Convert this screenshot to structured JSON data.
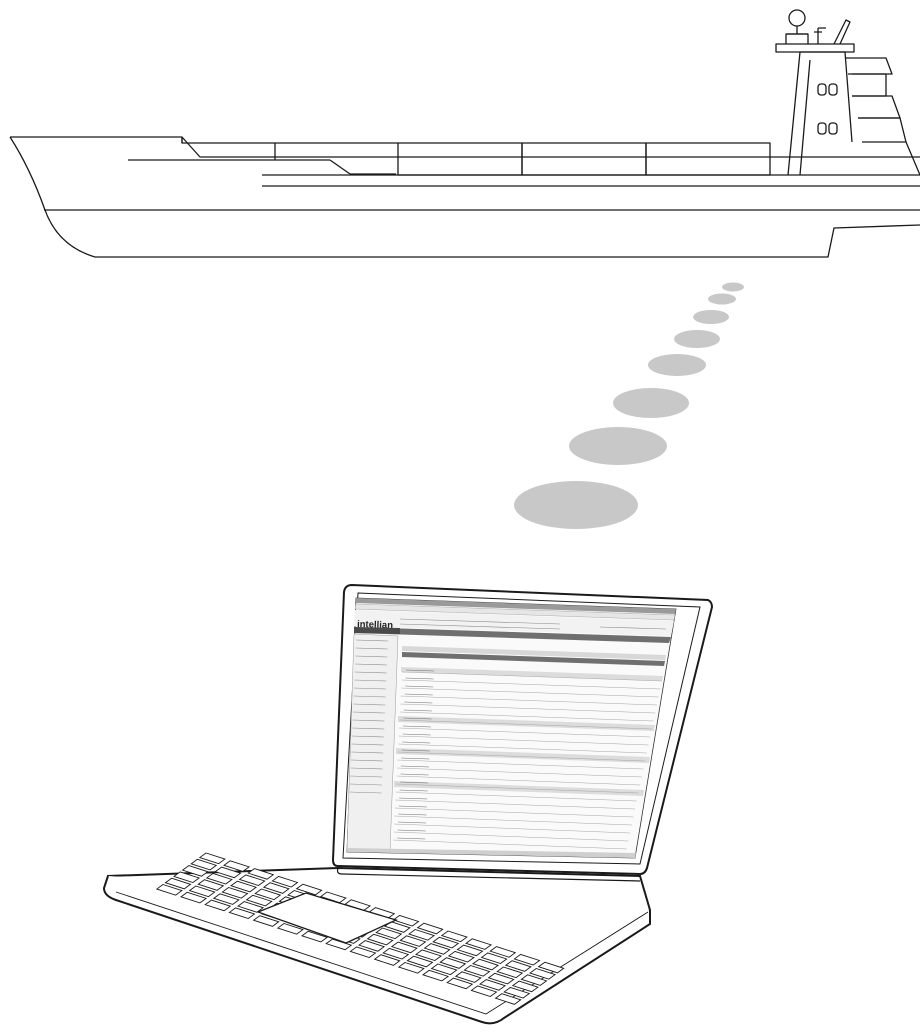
{
  "illustration": {
    "ship": {
      "icon": "container-ship-icon"
    },
    "signal": {
      "icon": "wireless-signal-dots-icon",
      "dot_count": 8,
      "color": "#c8c8c8"
    },
    "laptop": {
      "icon": "laptop-icon",
      "screen": {
        "brand_logo_text": "intellian",
        "sidebar_item_count": 20,
        "content_row_count": 22,
        "accent_color": "#777777"
      }
    }
  }
}
